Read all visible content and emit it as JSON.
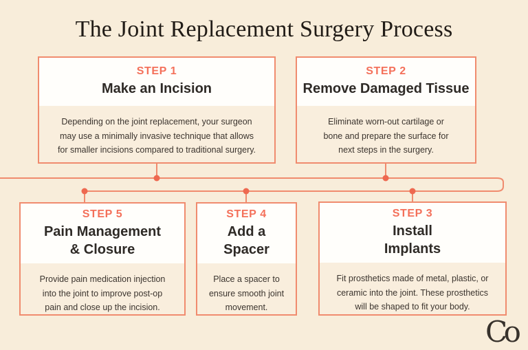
{
  "title": "The Joint Replacement Surgery Process",
  "steps": [
    {
      "label": "STEP 1",
      "heading": "Make an Incision",
      "body": "Depending on the joint replacement, your surgeon\nmay use a minimally invasive technique that allows\nfor smaller incisions compared to traditional surgery."
    },
    {
      "label": "STEP 2",
      "heading": "Remove Damaged Tissue",
      "body": "Eliminate worn-out cartilage or\nbone and prepare the surface for\nnext steps in the surgery."
    },
    {
      "label": "STEP 3",
      "heading": "Install\nImplants",
      "body": "Fit prosthetics made of metal, plastic, or\nceramic into the joint. These prosthetics\nwill be shaped to fit your body."
    },
    {
      "label": "STEP 4",
      "heading": "Add a\nSpacer",
      "body": "Place a spacer to\nensure smooth joint\nmovement."
    },
    {
      "label": "STEP 5",
      "heading": "Pain Management\n& Closure",
      "body": "Provide pain medication injection\ninto the joint to improve post-op\npain and close up the incision."
    }
  ],
  "logo_text": "Co",
  "colors": {
    "background": "#f8edda",
    "card_fill": "#f9eedd",
    "card_top_fill": "#fffefb",
    "accent_border": "#f08b6e",
    "accent_dot": "#ee6950",
    "step_label_color": "#f4705a",
    "heading_color": "#2e2a26",
    "body_color": "#3b342e",
    "title_color": "#211c17",
    "logo_color": "#37312b"
  }
}
